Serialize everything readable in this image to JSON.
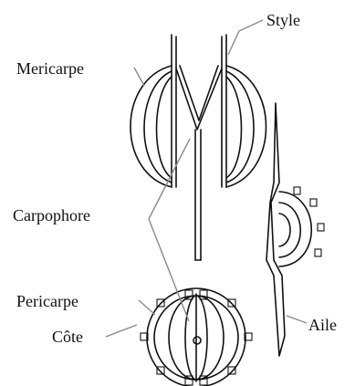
{
  "labels": {
    "style": "Style",
    "mericarpe": "Mericarpe",
    "carpophore": "Carpophore",
    "pericarpe": "Pericarpe",
    "cote": "Côte",
    "aile": "Aile"
  }
}
